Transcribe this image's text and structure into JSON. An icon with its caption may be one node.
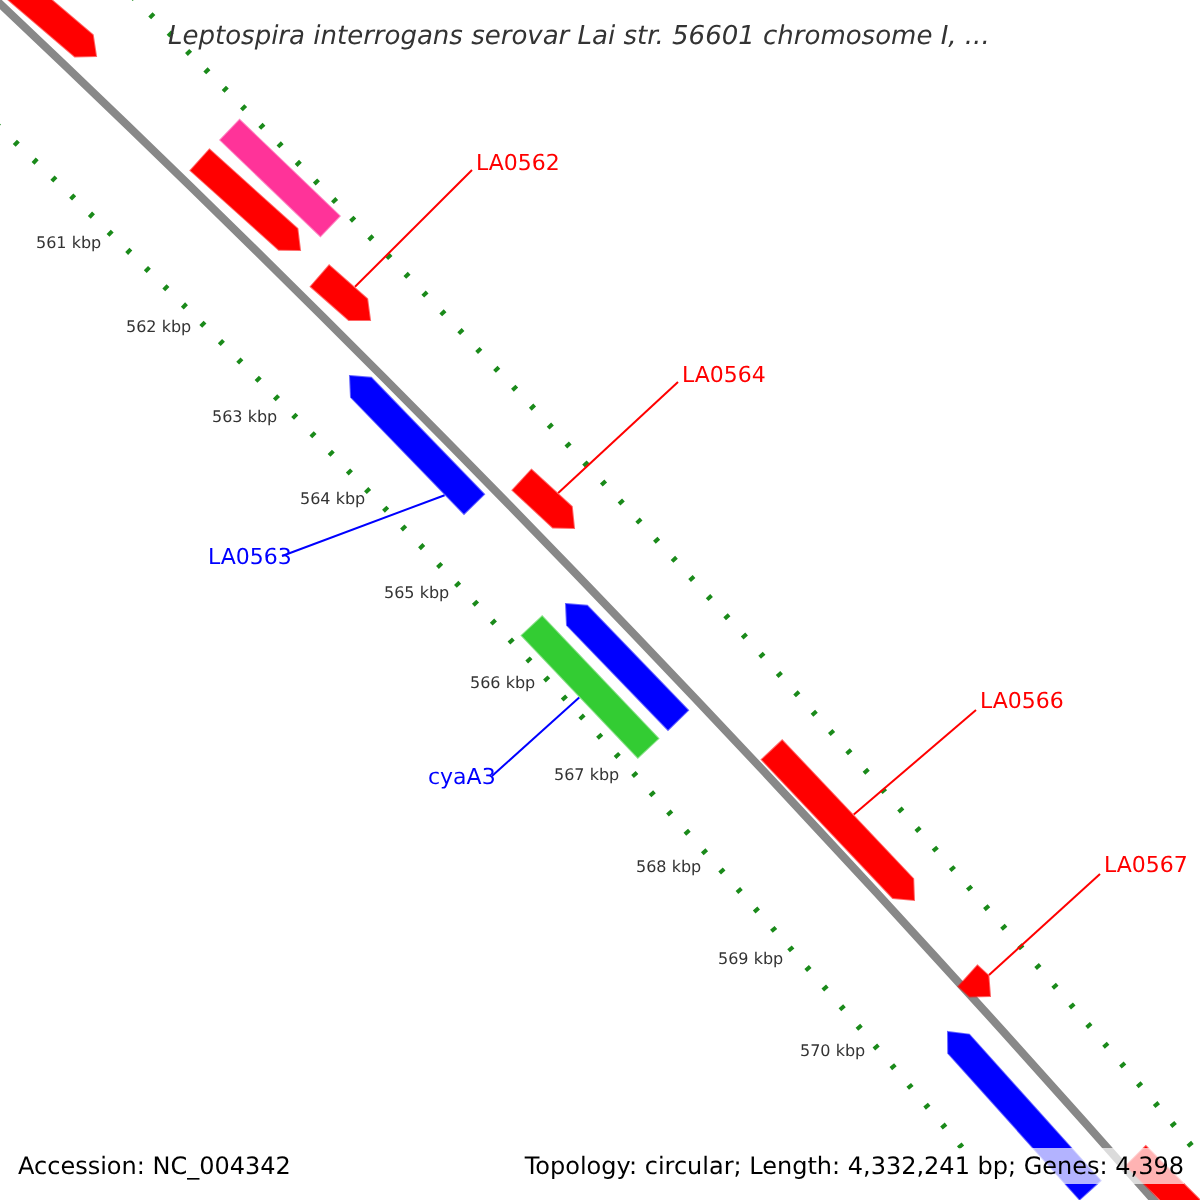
{
  "diagram": {
    "title": "Leptospira interrogans serovar Lai str. 56601 chromosome I, ...",
    "nodes": [
      {
        "text": [],
        "shape": "bar"
      },
      {
        "text": [],
        "shape": "bar"
      },
      {
        "text": [
          "LA0562"
        ]
      },
      {
        "text": [],
        "shape": "bar"
      },
      {
        "text": [],
        "shape": "bar"
      },
      {
        "text": [
          "LA0564"
        ]
      },
      {
        "text": [],
        "shape": "bar"
      },
      {
        "text": [],
        "shape": "bar"
      },
      {
        "text": [
          "LA0563"
        ]
      },
      {
        "text": [],
        "shape": "bar"
      },
      {
        "text": [],
        "shape": "bar"
      },
      {
        "text": [
          "LA0566"
        ]
      },
      {
        "text": [
          "cyaA3"
        ]
      },
      {
        "text": [],
        "shape": "bar"
      },
      {
        "text": [
          "LA0567"
        ]
      },
      {
        "text": [],
        "shape": "bar"
      },
      {
        "text": [],
        "shape": "bar"
      },
      {
        "text": [],
        "shape": "bar"
      }
    ],
    "edges": [
      {
        "from": 2,
        "to": 4,
        "arrow": "none"
      },
      {
        "from": 5,
        "to": 7,
        "arrow": "none"
      },
      {
        "from": 8,
        "to": 6,
        "arrow": "none",
        "color": "#0000ff"
      },
      {
        "from": 11,
        "to": 13,
        "arrow": "none"
      },
      {
        "from": 12,
        "to": 10,
        "arrow": "none",
        "color": "#0000ff"
      },
      {
        "from": 14,
        "to": 15,
        "arrow": "none"
      }
    ],
    "labels": [
      "561 kbp",
      "562 kbp",
      "563 kbp",
      "564 kbp",
      "565 kbp",
      "566 kbp",
      "567 kbp",
      "568 kbp",
      "569 kbp",
      "570 kbp",
      "Accession: NC_004342",
      "Topology: circular; Length: 4,332,241 bp; Genes: 4,398"
    ]
  }
}
